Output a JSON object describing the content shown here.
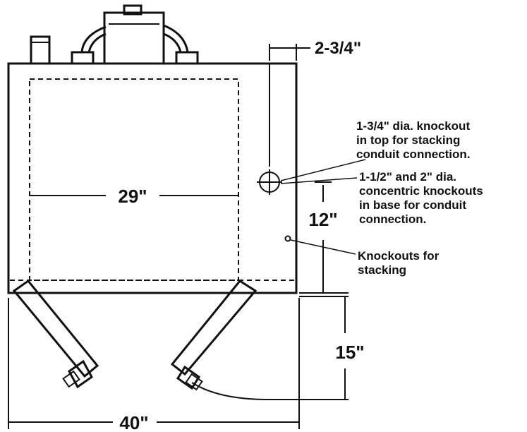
{
  "dimensions": {
    "width_total": "40\"",
    "depth_inner": "29\"",
    "top_offset": "2-3/4\"",
    "knockout_height": "12\"",
    "leg_height": "15\""
  },
  "callouts": {
    "top_knockout": [
      "1-3/4\" dia. knockout",
      "in top for stacking",
      "conduit connection."
    ],
    "base_knockouts": [
      "1-1/2\" and 2\" dia.",
      "concentric knockouts",
      "in base for conduit",
      "connection."
    ],
    "stacking_knockouts": [
      "Knockouts for",
      "stacking"
    ]
  },
  "colors": {
    "ink": "#111111",
    "background": "#ffffff"
  }
}
